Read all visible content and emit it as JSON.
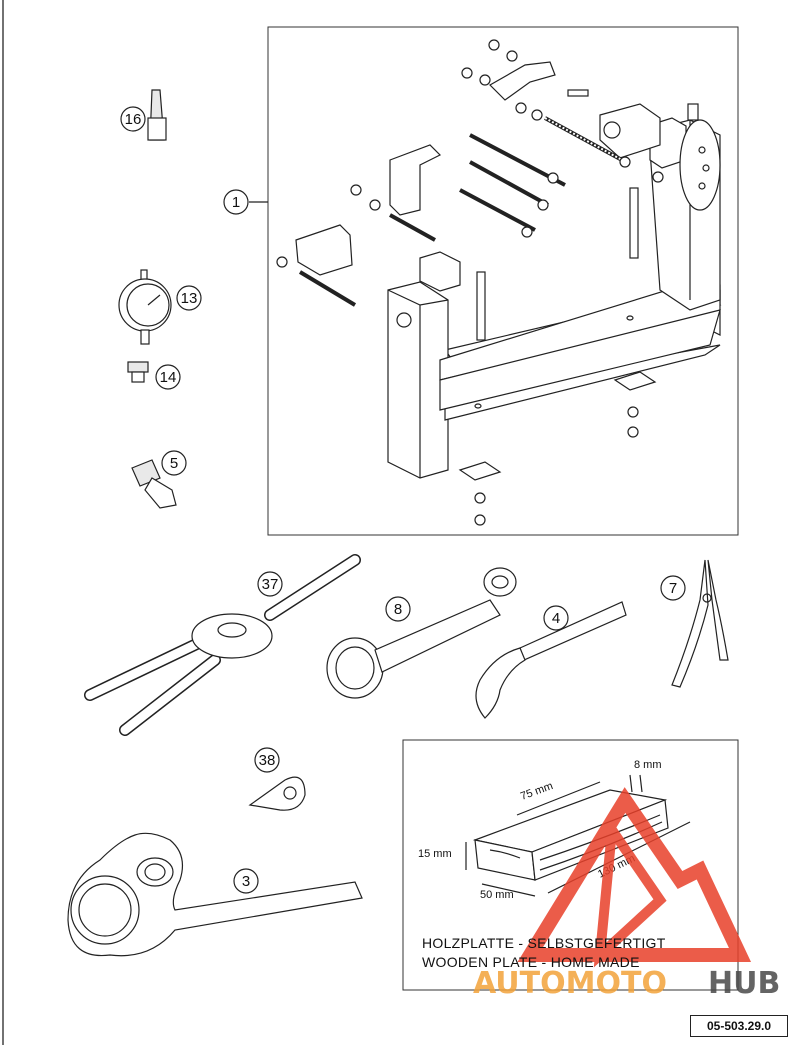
{
  "callouts": {
    "c16": "16",
    "c1": "1",
    "c13": "13",
    "c14": "14",
    "c5": "5",
    "c37": "37",
    "c8": "8",
    "c4": "4",
    "c7": "7",
    "c38": "38",
    "c3": "3"
  },
  "dimensions": {
    "d8": "8 mm",
    "d75": "75 mm",
    "d15": "15 mm",
    "d130": "130 mm",
    "d50": "50 mm"
  },
  "plate_caption": {
    "german": "HOLZPLATTE - SELBSTGEFERTIGT",
    "english": "WOODEN PLATE - HOME MADE"
  },
  "watermark": {
    "text_part1": "AUTOMOTO",
    "text_part2": "HUB",
    "color_primary": "#e8402a",
    "color_secondary": "#f3a33a",
    "color_tertiary": "#4a4a4a"
  },
  "part_number": "05-503.29.0"
}
